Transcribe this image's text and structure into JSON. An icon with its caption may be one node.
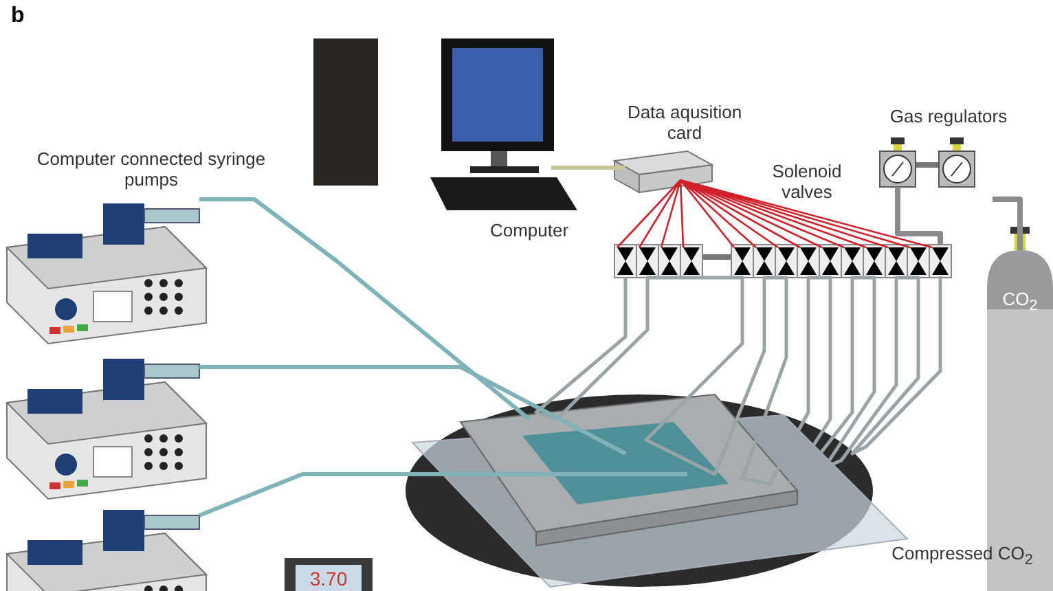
{
  "diagram": {
    "nodes": [
      {
        "text": [
          "Computer"
        ]
      },
      {
        "text": [
          "Data aqusition card"
        ]
      },
      {
        "text": [
          "Solenoid valves"
        ]
      },
      {
        "text": [
          "Gas regulators"
        ]
      },
      {
        "text": [
          "CO$_{2}$",
          "Compressed CO$_{2}$"
        ]
      },
      {
        "text": [
          "Computer connected syringe pumps"
        ]
      },
      {
        "text": [],
        "shape": "picture"
      },
      {
        "text": [],
        "shape": "picture"
      },
      {
        "text": [],
        "shape": "picture"
      },
      {
        "text": [],
        "shape": "picture"
      },
      {
        "text": [
          "3.70"
        ]
      }
    ],
    "edges": [
      {
        "from": 0,
        "to": 1,
        "arrow": "none",
        "color": "#c9c79a"
      },
      {
        "from": 1,
        "to": 2,
        "arrow": "none",
        "color": "#d0202a"
      },
      {
        "from": 2,
        "to": 9,
        "arrow": "none",
        "color": "#9aa3a6"
      },
      {
        "from": 3,
        "to": 2,
        "arrow": "none",
        "color": "#8a8a8a"
      },
      {
        "from": 4,
        "to": 3,
        "arrow": "none",
        "color": "#8a8a8a"
      },
      {
        "from": 6,
        "to": 9,
        "arrow": "none",
        "color": "#7fb3b8"
      },
      {
        "from": 7,
        "to": 9,
        "arrow": "none",
        "color": "#7fb3b8"
      },
      {
        "from": 8,
        "to": 9,
        "arrow": "none",
        "color": "#7fb3b8"
      }
    ],
    "labels": [
      "b"
    ]
  }
}
